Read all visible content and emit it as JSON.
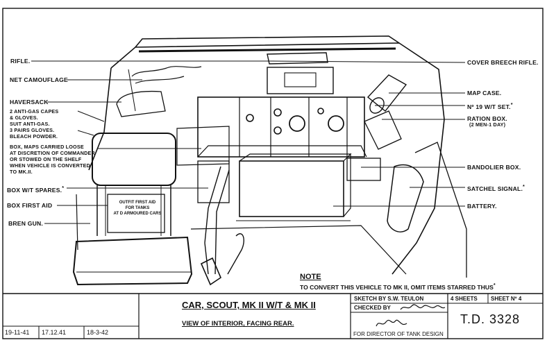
{
  "labels_left": {
    "rifle": "RIFLE.",
    "net_camouflage": "NET CAMOUFLAGE",
    "haversack": "HAVERSACK",
    "anti_gas_1": "2 ANTI-GAS CAPES",
    "anti_gas_2": "& GLOVES.",
    "anti_gas_3": "SUIT ANTI-GAS.",
    "anti_gas_4": "3 PAIRS GLOVES.",
    "anti_gas_5": "BLEACH POWDER.",
    "box_maps_1": "BOX, MAPS CARRIED LOOSE",
    "box_maps_2": "AT DISCRETION OF COMMANDER",
    "box_maps_3": "OR STOWED ON THE SHELF",
    "box_maps_4": "WHEN VEHICLE IS CONVERTED",
    "box_maps_5": "TO MK.II.",
    "box_wt_spares": "BOX W/T SPARES.",
    "box_first_aid": "BOX FIRST AID",
    "bren_gun": "BREN GUN."
  },
  "labels_right": {
    "cover_breech_rifle": "COVER BREECH RIFLE.",
    "map_case": "MAP CASE.",
    "no19_wt_set": "Nº 19 W/T SET.",
    "ration_box_1": "RATION BOX.",
    "ration_box_2": "(2 MEN-1 DAY)",
    "bandolier_box": "BANDOLIER BOX.",
    "satchel_signal": "SATCHEL SIGNAL.",
    "battery": "BATTERY."
  },
  "star": "*",
  "seat_sign": {
    "line1": "OUTFIT FIRST AID",
    "line2": "FOR TANKS",
    "line3": "AT D ARMOURED CARS"
  },
  "note": {
    "heading": "NOTE",
    "text": "TO CONVERT THIS VEHICLE TO MK II, OMIT ITEMS STARRED THUS"
  },
  "title_block": {
    "title": "CAR, SCOUT, MK II W/T & MK II",
    "subtitle": "VIEW OF INTERIOR, FACING REAR.",
    "dates": [
      "19-11-41",
      "17.12.41",
      "18-3-42"
    ],
    "sketch_by": "SKETCH BY S.W. TEULON",
    "checked_by": "CHECKED BY",
    "sheets": "4 SHEETS",
    "sheet_no": "SHEET Nº 4",
    "for_director": "FOR DIRECTOR OF TANK DESIGN",
    "drawing_number": "T.D. 3328"
  },
  "colors": {
    "ink": "#111111",
    "paper": "#ffffff"
  }
}
